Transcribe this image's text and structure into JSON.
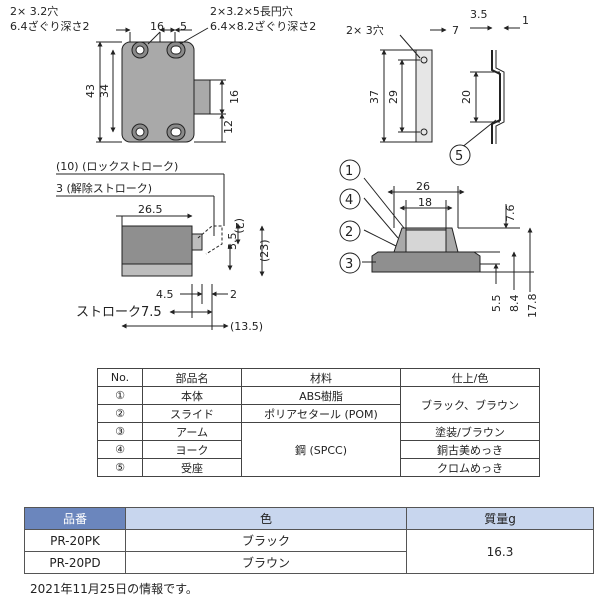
{
  "drawing": {
    "hole_a_line1": "2× 3.2穴",
    "hole_a_line2": "6.4ざぐり深さ2",
    "hole_b_line1": "2×3.2×5長円穴",
    "hole_b_line2": "6.4×8.2ざぐり深さ2",
    "hole_c": "2× 3穴",
    "lock_stroke": "(10) (ロックストローク)",
    "release_stroke": "3 (解除ストローク)",
    "stroke_label": "ストローク7.5",
    "dims": {
      "d16": "16",
      "d5": "5",
      "d43": "43",
      "d34": "34",
      "d16v": "16",
      "d12": "12",
      "d3_5": "3.5",
      "d7": "7",
      "d1": "1",
      "d37": "37",
      "d29": "29",
      "d20": "20",
      "d26_5": "26.5",
      "d2p": "(2)",
      "d23p": "(23)",
      "d5_5": "5.5",
      "d4_5": "4.5",
      "d2": "2",
      "d13_5p": "(13.5)",
      "d26": "26",
      "d18": "18",
      "d7_6": "7.6",
      "d5_5b": "5.5",
      "d8_4": "8.4",
      "d17_8": "17.8"
    },
    "callouts": [
      "1",
      "4",
      "2",
      "3",
      "5"
    ]
  },
  "parts_table": {
    "headers": [
      "No.",
      "部品名",
      "材料",
      "仕上/色"
    ],
    "rows": [
      {
        "no": "①",
        "name": "本体",
        "material": "ABS樹脂"
      },
      {
        "no": "②",
        "name": "スライド",
        "material": "ポリアセタール (POM)"
      },
      {
        "no": "③",
        "name": "アーム",
        "finish": "塗装/ブラウン"
      },
      {
        "no": "④",
        "name": "ヨーク",
        "finish": "銅古美めっき"
      },
      {
        "no": "⑤",
        "name": "受座",
        "finish": "クロムめっき"
      }
    ],
    "finish_merged": "ブラック、ブラウン",
    "material_merged": "鋼 (SPCC)"
  },
  "product_table": {
    "headers": [
      "品番",
      "色",
      "質量g"
    ],
    "rows": [
      {
        "code": "PR-20PK",
        "color": "ブラック"
      },
      {
        "code": "PR-20PD",
        "color": "ブラウン"
      }
    ],
    "mass": "16.3"
  },
  "note": "2021年11月25日の情報です。",
  "colors": {
    "body_fill": "#a9a9a9",
    "body_dark": "#7f7f7f",
    "header_blue": "#6b86bd",
    "header_light": "#c8d6ee"
  }
}
